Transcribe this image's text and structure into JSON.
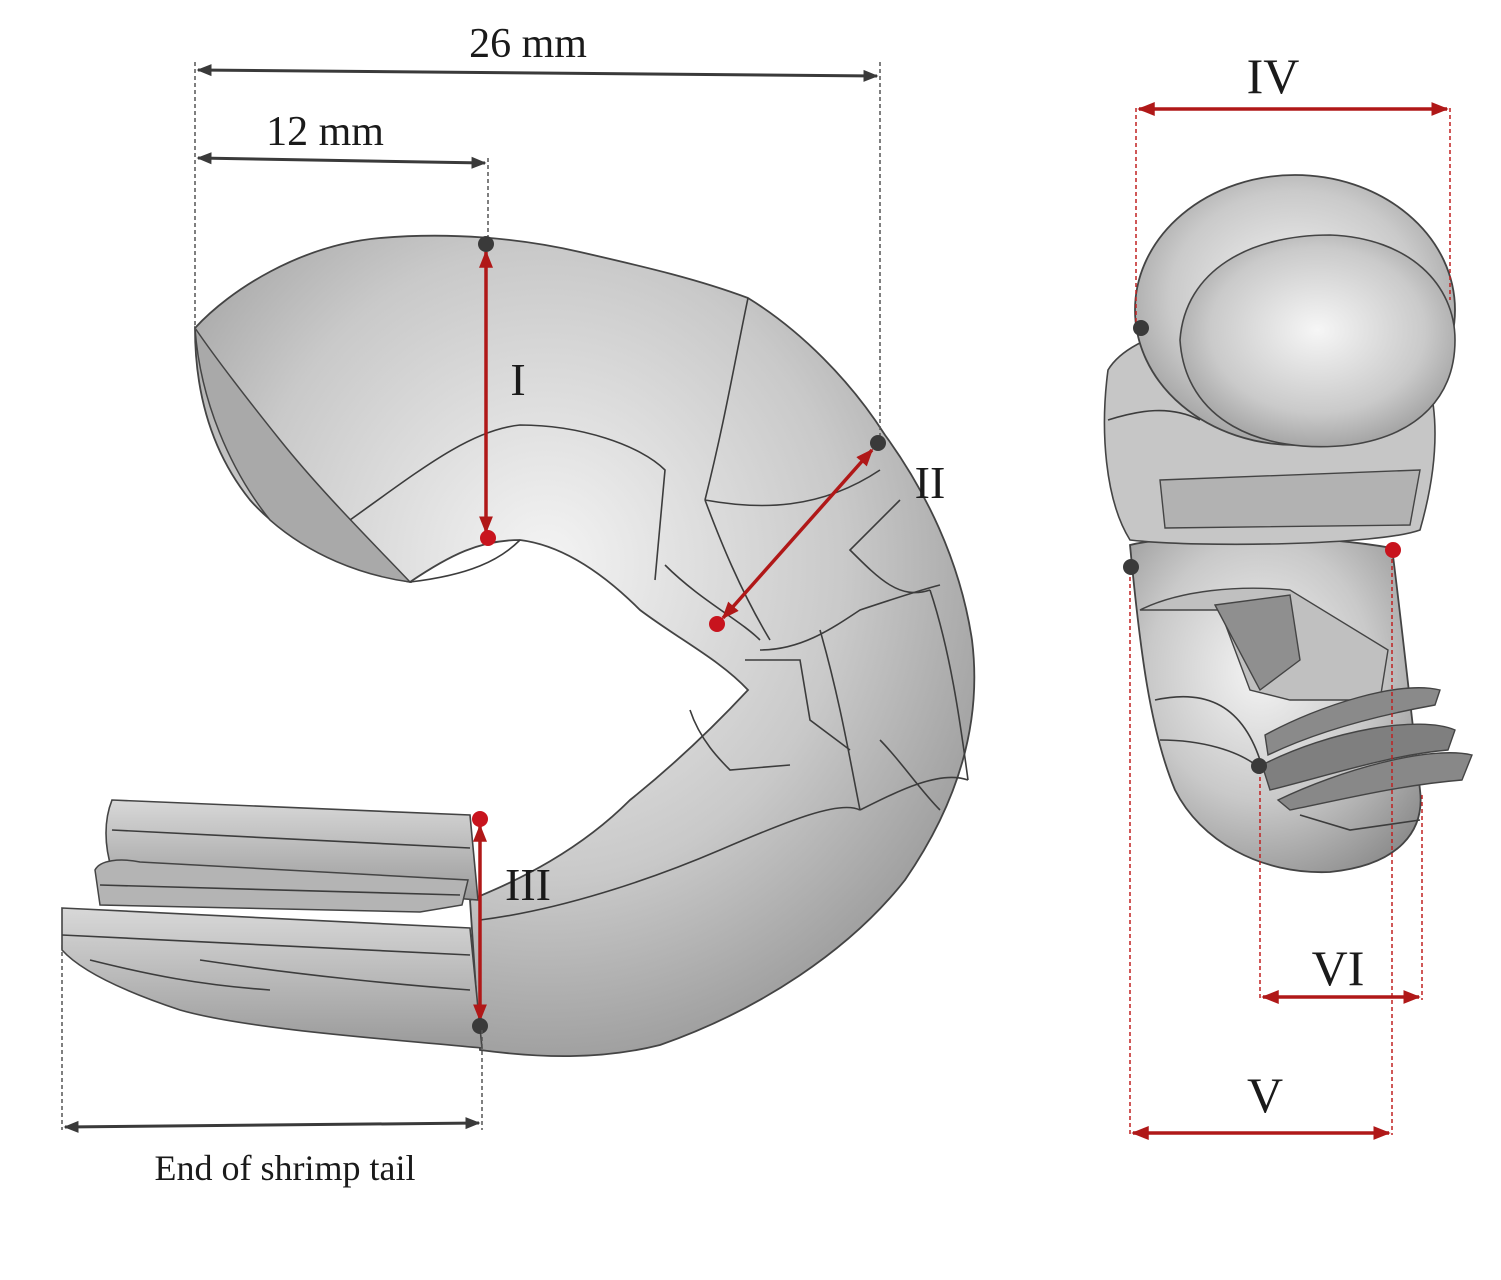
{
  "dimensions": {
    "width_26": "26 mm",
    "width_12": "12 mm",
    "tail_end": "End of shrimp tail"
  },
  "sections": {
    "I": "I",
    "II": "II",
    "III": "III",
    "IV": "IV",
    "V": "V",
    "VI": "VI"
  },
  "colors": {
    "body": "#c8c8c8",
    "dimension_red": "#b01818",
    "dimension_gray": "#3a3a3a",
    "marker_red": "#c8141e",
    "marker_dark": "#3a3a3a"
  }
}
